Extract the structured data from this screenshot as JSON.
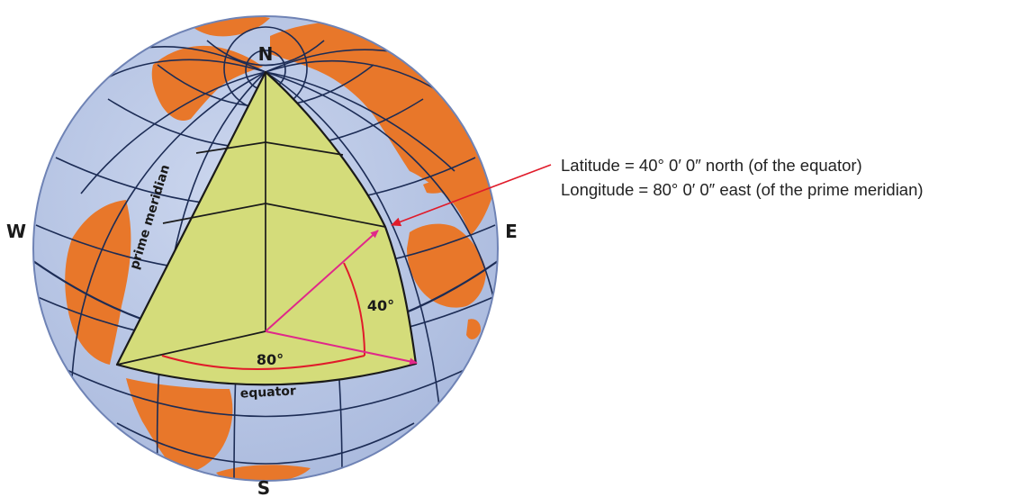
{
  "compass": {
    "north": "N",
    "south": "S",
    "west": "W",
    "east": "E"
  },
  "angles": {
    "latitude": "40°",
    "longitude": "80°"
  },
  "labels": {
    "prime_meridian": "prime meridian",
    "equator": "equator"
  },
  "caption": {
    "latitude_line": "Latitude = 40° 0′ 0″ north (of the equator)",
    "longitude_line": "Longitude = 80° 0′ 0″ east (of the prime meridian)"
  },
  "colors": {
    "ocean": "#b9c7e6",
    "land": "#e8772a",
    "wedge": "#d4dc7a",
    "grid": "#1c2c55",
    "arrow_magenta": "#e0288a",
    "arrow_red": "#e01b2a"
  }
}
